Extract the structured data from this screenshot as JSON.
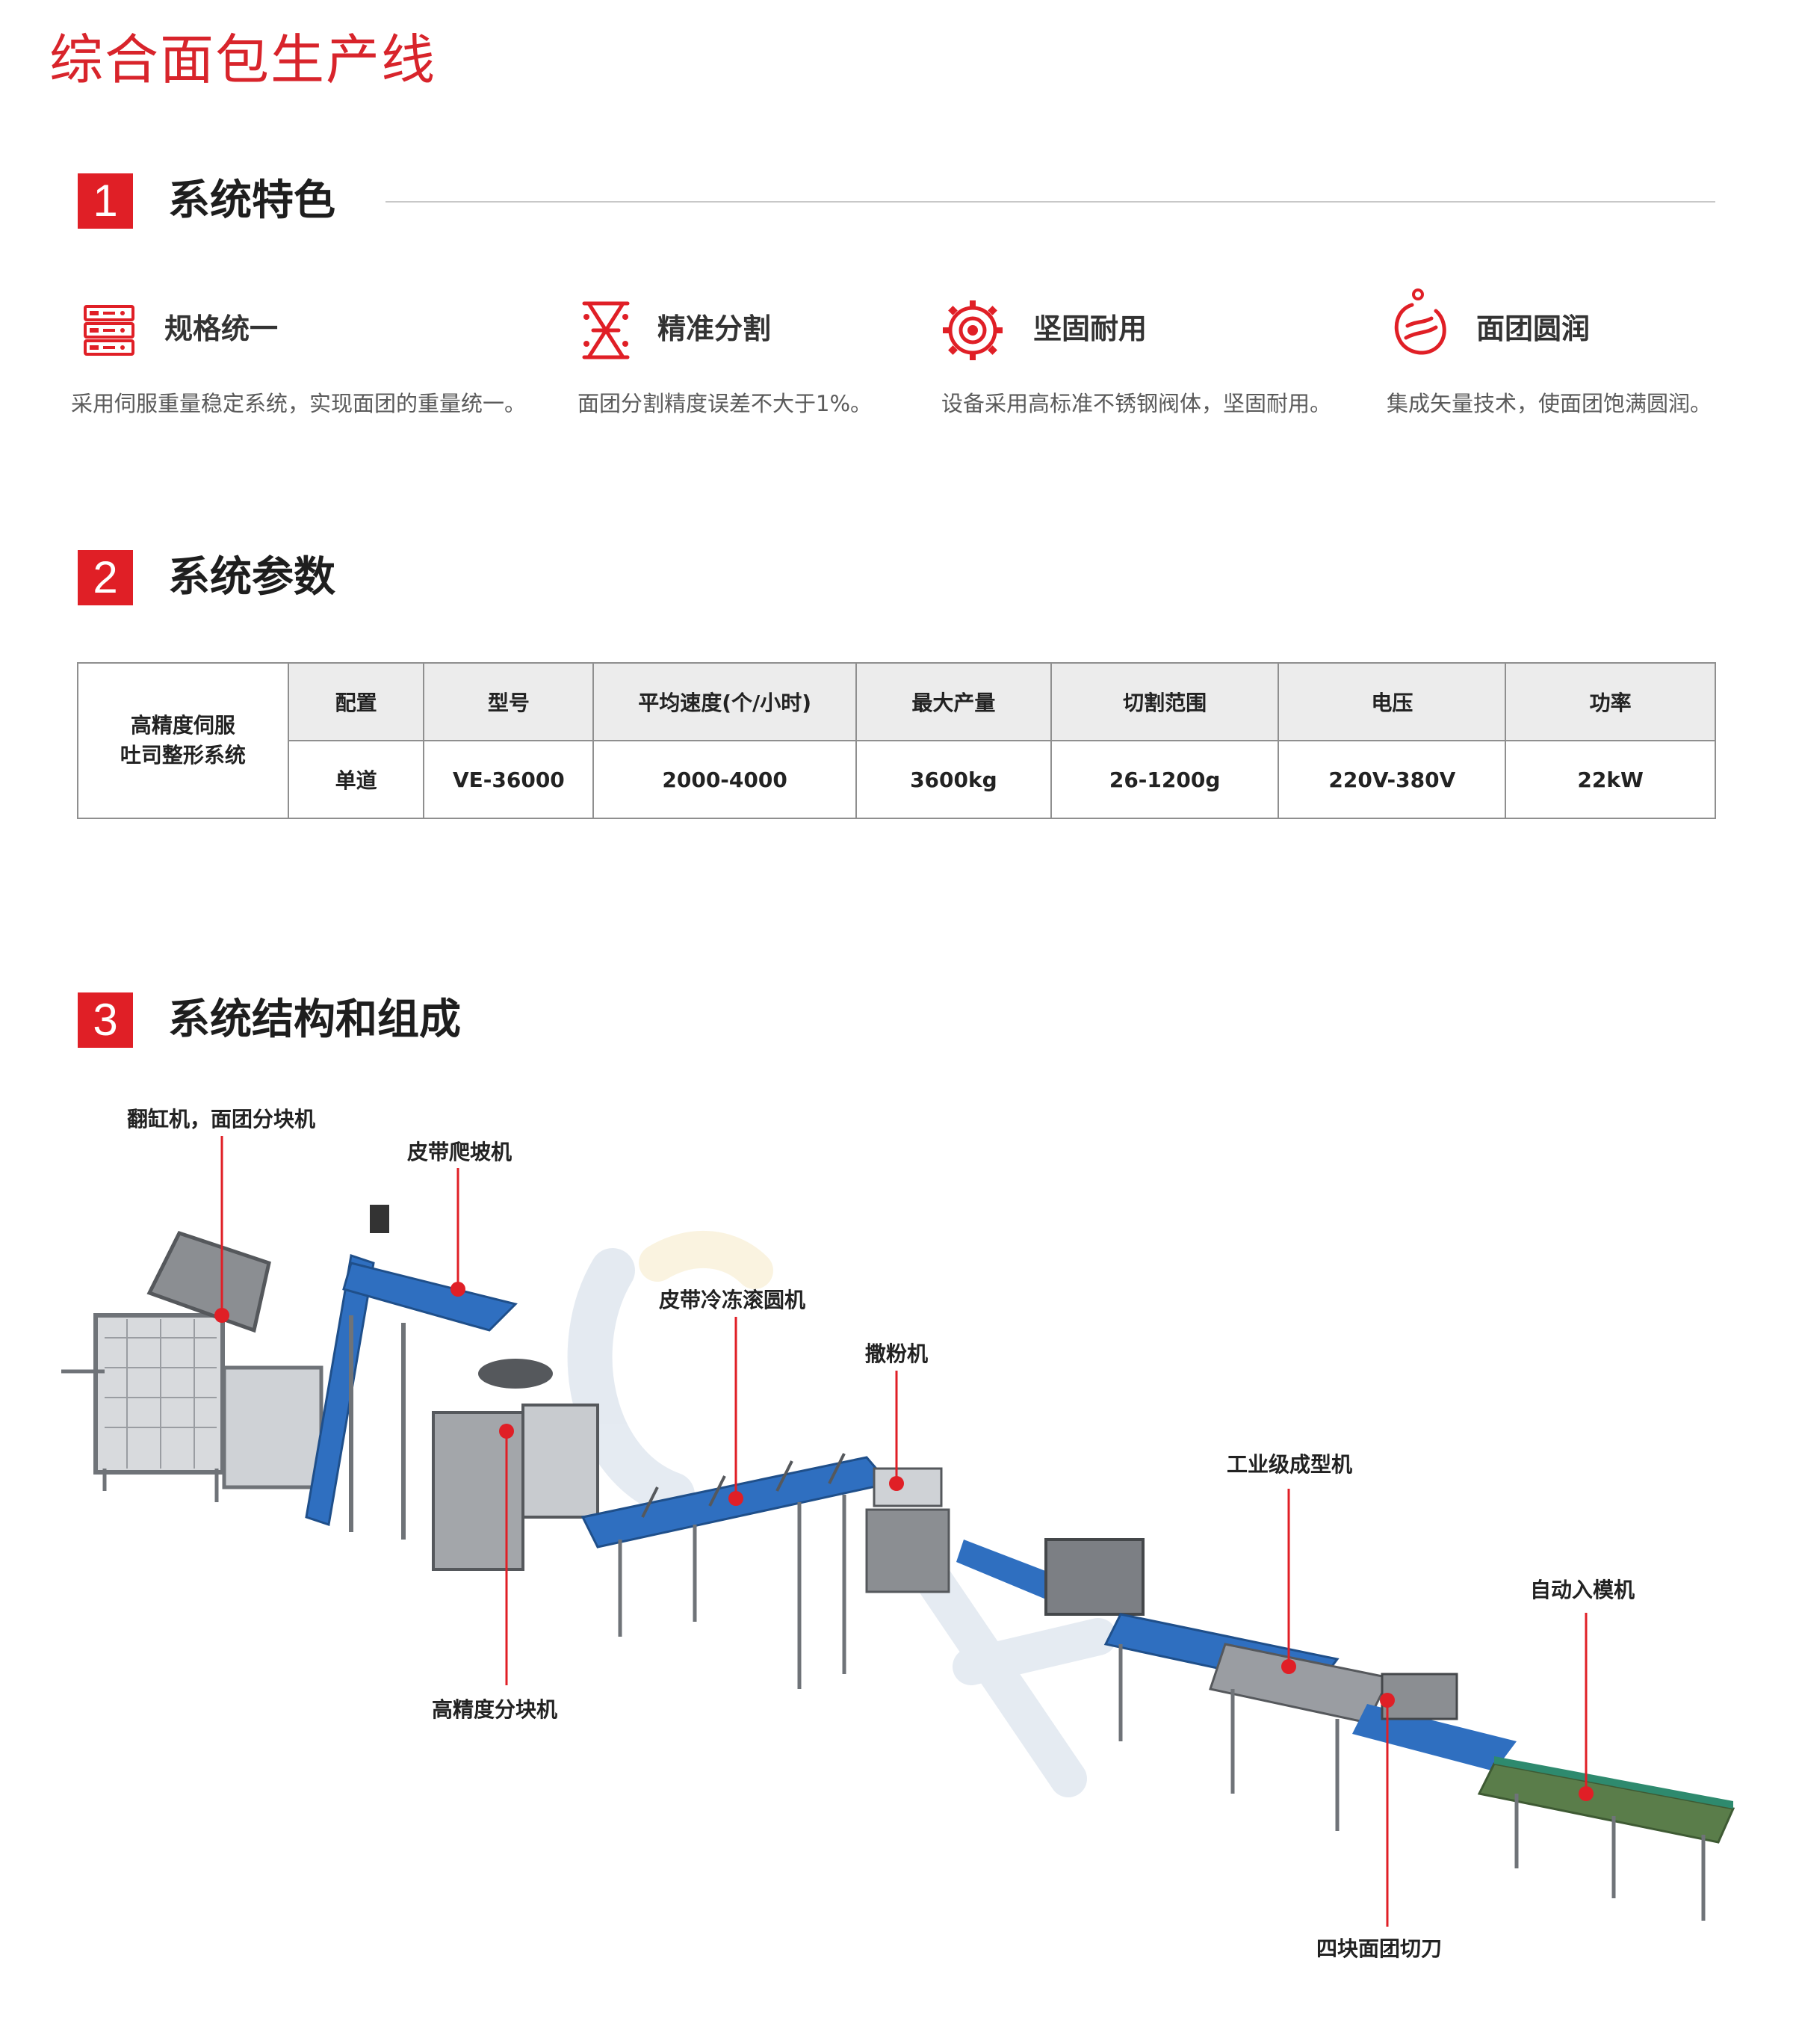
{
  "page_title": "综合面包生产线",
  "sections": [
    {
      "number": "1",
      "title": "系统特色"
    },
    {
      "number": "2",
      "title": "系统参数"
    },
    {
      "number": "3",
      "title": "系统结构和组成"
    }
  ],
  "features": [
    {
      "icon": "server-rack-icon",
      "title": "规格统一",
      "desc": "采用伺服重量稳定系统，实现面团的重量统一。"
    },
    {
      "icon": "hourglass-icon",
      "title": "精准分割",
      "desc": "面团分割精度误差不大于1%。"
    },
    {
      "icon": "gear-icon",
      "title": "坚固耐用",
      "desc": "设备采用高标准不锈钢阀体，坚固耐用。"
    },
    {
      "icon": "dough-ball-icon",
      "title": "面团圆润",
      "desc": "集成矢量技术，使面团饱满圆润。"
    }
  ],
  "params_table": {
    "row_header_line1": "高精度伺服",
    "row_header_line2": "吐司整形系统",
    "headers": [
      "配置",
      "型号",
      "平均速度(个/小时)",
      "最大产量",
      "切割范围",
      "电压",
      "功率"
    ],
    "values": [
      "单道",
      "VE-36000",
      "2000-4000",
      "3600kg",
      "26-1200g",
      "220V-380V",
      "22kW"
    ]
  },
  "components": [
    "翻缸机，面团分块机",
    "皮带爬坡机",
    "皮带冷冻滚圆机",
    "撒粉机",
    "工业级成型机",
    "自动入模机",
    "高精度分块机",
    "四块面团切刀"
  ],
  "colors": {
    "accent_red": "#e01f26",
    "title_red": "#d8242b",
    "conveyor_blue": "#2f6fc0",
    "machine_gray": "#8a8d92"
  }
}
